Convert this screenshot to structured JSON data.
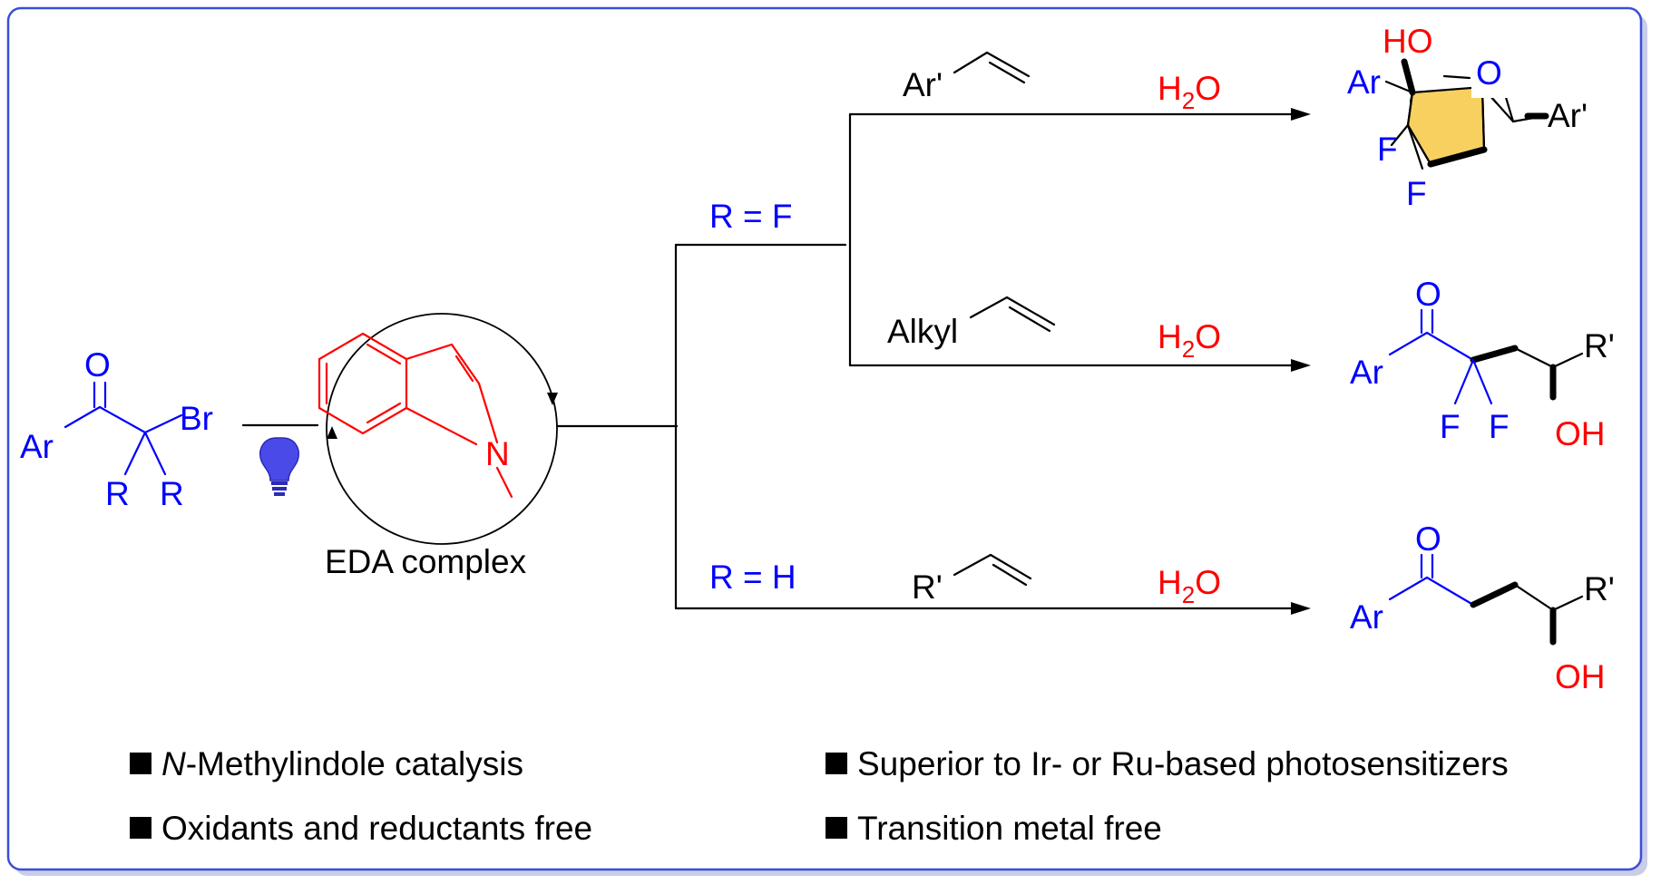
{
  "reactant": {
    "o": "O",
    "ar": "Ar",
    "br": "Br",
    "r1": "R",
    "r2": "R"
  },
  "catalyst": {
    "n": "N",
    "label": "EDA complex"
  },
  "branches": {
    "rf": "R = F",
    "rh": "R = H"
  },
  "reagents": {
    "ar_alkene": "Ar'",
    "alkyl_alkene": "Alkyl",
    "r_alkene": "R'",
    "h2o_h": "H",
    "h2o_sub": "2",
    "h2o_o": "O"
  },
  "products": {
    "p1": {
      "ho": "HO",
      "ar": "Ar",
      "o": "O",
      "arp": "Ar'",
      "f1": "F",
      "f2": "F"
    },
    "p2": {
      "o": "O",
      "ar": "Ar",
      "rp": "R'",
      "f1": "F",
      "f2": "F",
      "oh": "OH"
    },
    "p3": {
      "o": "O",
      "ar": "Ar",
      "rp": "R'",
      "oh": "OH"
    }
  },
  "features": [
    {
      "italic": "N",
      "text": "-Methylindole catalysis"
    },
    {
      "text": "Oxidants and reductants free"
    },
    {
      "text": "Superior to Ir- or Ru-based photosensitizers"
    },
    {
      "text": "Transition metal free"
    }
  ],
  "colors": {
    "frame": "#3b4fd6",
    "blue": "#0000ff",
    "red": "#ff0000",
    "ring": "#f7d060",
    "bulb": "#4a4ae8"
  }
}
